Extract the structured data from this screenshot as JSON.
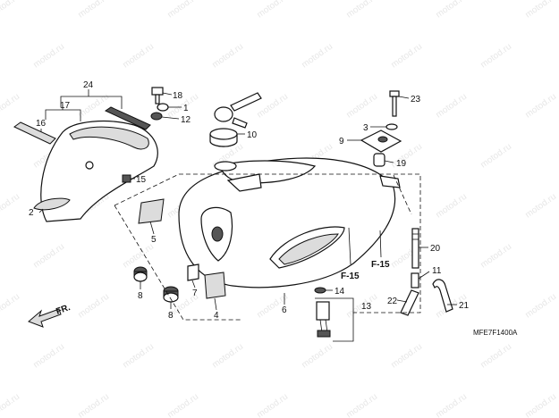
{
  "diagram_code": "MFE7F1400A",
  "front_arrow_label": "FR.",
  "watermark_text": "motod.ru",
  "reference_labels": [
    "F-15",
    "F-15"
  ],
  "part_numbers": [
    "1",
    "2",
    "3",
    "4",
    "5",
    "6",
    "7",
    "8",
    "8",
    "9",
    "10",
    "11",
    "12",
    "13",
    "14",
    "15",
    "16",
    "17",
    "18",
    "19",
    "20",
    "21",
    "22",
    "23",
    "24"
  ],
  "colors": {
    "line": "#111111",
    "watermark": "#e7e7e7",
    "shade": "#dcdcdc"
  }
}
